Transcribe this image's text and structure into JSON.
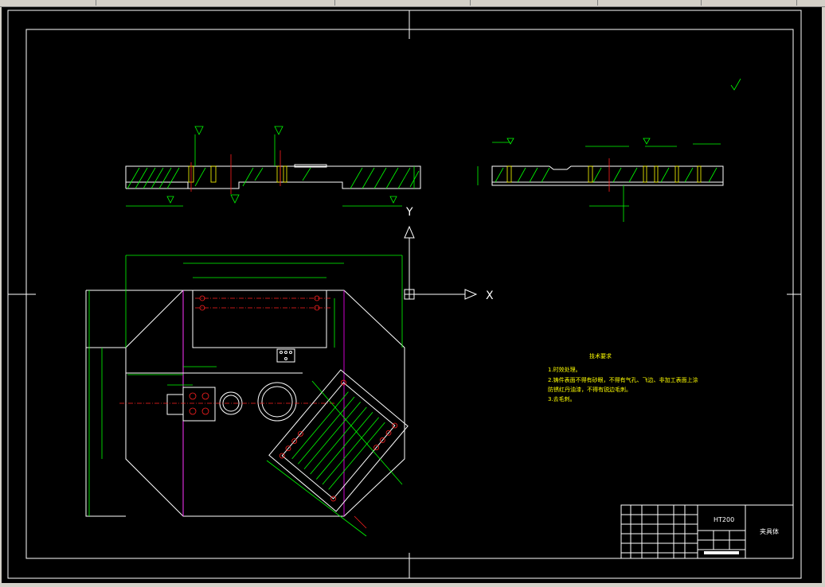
{
  "title_block": {
    "material": "HT200",
    "part_name": "夹具体"
  },
  "tech_requirements": {
    "heading": "技术要求",
    "items": [
      "1.时效处理。",
      "2.铸件表面不得有砂眼，不得有气孔、飞边、非加工表面上涂",
      "防锈红丹油漆，不得有锐边毛刺。",
      "3.去毛刺。"
    ]
  },
  "axes": {
    "x_label": "X",
    "y_label": "Y"
  },
  "colors": {
    "background": "#000000",
    "outline": "#ffffff",
    "dimension": "#00ff00",
    "centerline": "#ff2020",
    "hidden": "#ff00ff",
    "text": "#ffff00"
  }
}
